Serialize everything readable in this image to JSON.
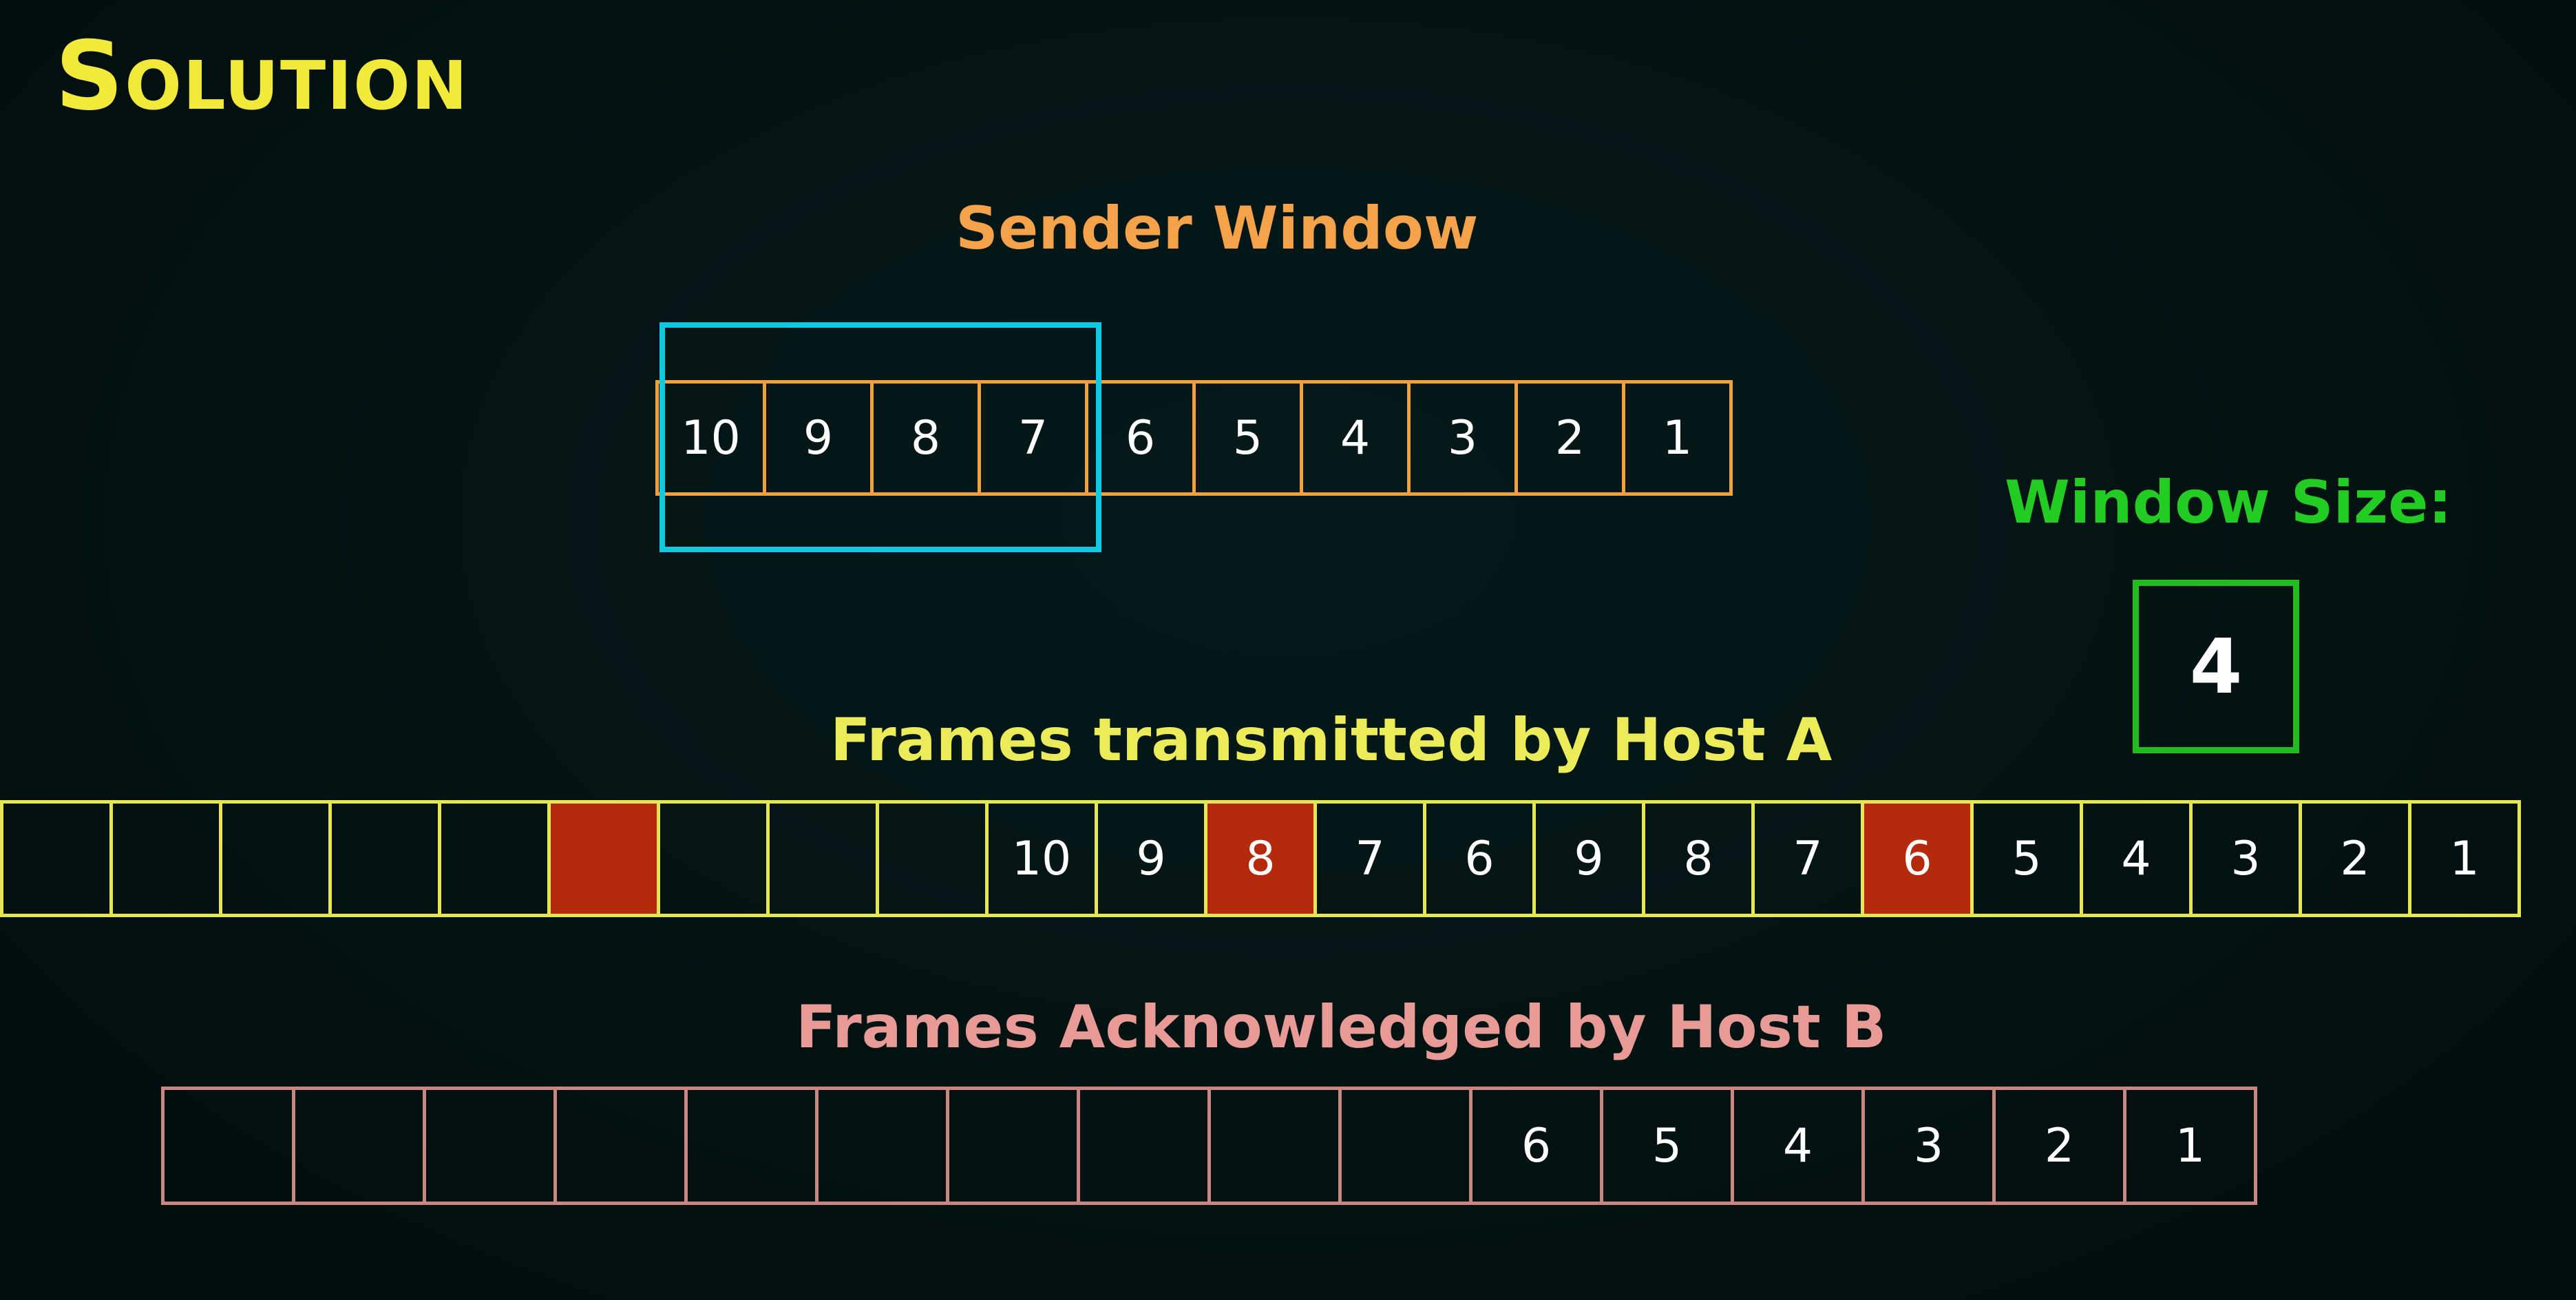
{
  "title": "Solution",
  "sender": {
    "label": "Sender Window",
    "frames": [
      "10",
      "9",
      "8",
      "7",
      "6",
      "5",
      "4",
      "3",
      "2",
      "1"
    ]
  },
  "window_size": {
    "label": "Window Size:",
    "value": "4"
  },
  "transmitted": {
    "label": "Frames transmitted by Host A",
    "frames": [
      {
        "text": "",
        "lost": false
      },
      {
        "text": "",
        "lost": false
      },
      {
        "text": "",
        "lost": false
      },
      {
        "text": "",
        "lost": false
      },
      {
        "text": "",
        "lost": false
      },
      {
        "text": "",
        "lost": true
      },
      {
        "text": "",
        "lost": false
      },
      {
        "text": "",
        "lost": false
      },
      {
        "text": "",
        "lost": false
      },
      {
        "text": "10",
        "lost": false
      },
      {
        "text": "9",
        "lost": false
      },
      {
        "text": "8",
        "lost": true
      },
      {
        "text": "7",
        "lost": false
      },
      {
        "text": "6",
        "lost": false
      },
      {
        "text": "9",
        "lost": false
      },
      {
        "text": "8",
        "lost": false
      },
      {
        "text": "7",
        "lost": false
      },
      {
        "text": "6",
        "lost": true
      },
      {
        "text": "5",
        "lost": false
      },
      {
        "text": "4",
        "lost": false
      },
      {
        "text": "3",
        "lost": false
      },
      {
        "text": "2",
        "lost": false
      },
      {
        "text": "1",
        "lost": false
      }
    ]
  },
  "acknowledged": {
    "label": "Frames Acknowledged by Host B",
    "frames": [
      "",
      "",
      "",
      "",
      "",
      "",
      "",
      "",
      "",
      "",
      "6",
      "5",
      "4",
      "3",
      "2",
      "1"
    ]
  },
  "colors": {
    "title": "#f2ea3a",
    "sender": "#f0a040",
    "window_highlight": "#12c8e0",
    "window_size": "#22bb22",
    "transmitted": "#e6e650",
    "lost_frame": "#b52a0c",
    "acknowledged": "#c98784"
  }
}
